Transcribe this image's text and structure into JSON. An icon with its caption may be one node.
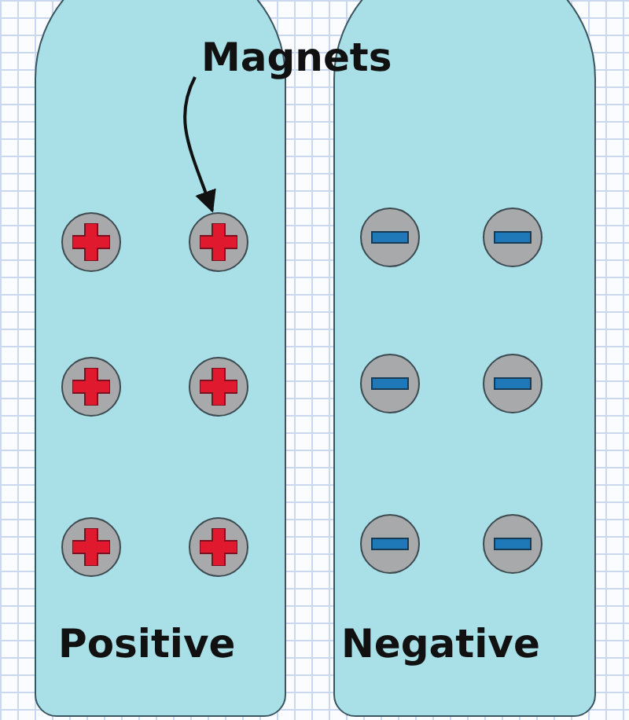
{
  "diagram": {
    "nodes": [
      {
        "text": [
          "Positive"
        ]
      },
      {
        "text": [
          "Negative"
        ]
      },
      {
        "text": [
          "Magnets"
        ]
      },
      {
        "text": [],
        "shape": "circle",
        "in": 0
      },
      {
        "text": [],
        "shape": "circle",
        "in": 0
      },
      {
        "text": [],
        "shape": "circle",
        "in": 0
      },
      {
        "text": [],
        "shape": "circle",
        "in": 0
      },
      {
        "text": [],
        "shape": "circle",
        "in": 0
      },
      {
        "text": [],
        "shape": "circle",
        "in": 0
      },
      {
        "text": [],
        "shape": "circle",
        "in": 1
      },
      {
        "text": [],
        "shape": "circle",
        "in": 1
      },
      {
        "text": [],
        "shape": "circle",
        "in": 1
      },
      {
        "text": [],
        "shape": "circle",
        "in": 1
      },
      {
        "text": [],
        "shape": "circle",
        "in": 1
      },
      {
        "text": [],
        "shape": "circle",
        "in": 1
      }
    ],
    "edges": [
      {
        "from": 2,
        "to": 4,
        "arrow": "to"
      }
    ]
  }
}
